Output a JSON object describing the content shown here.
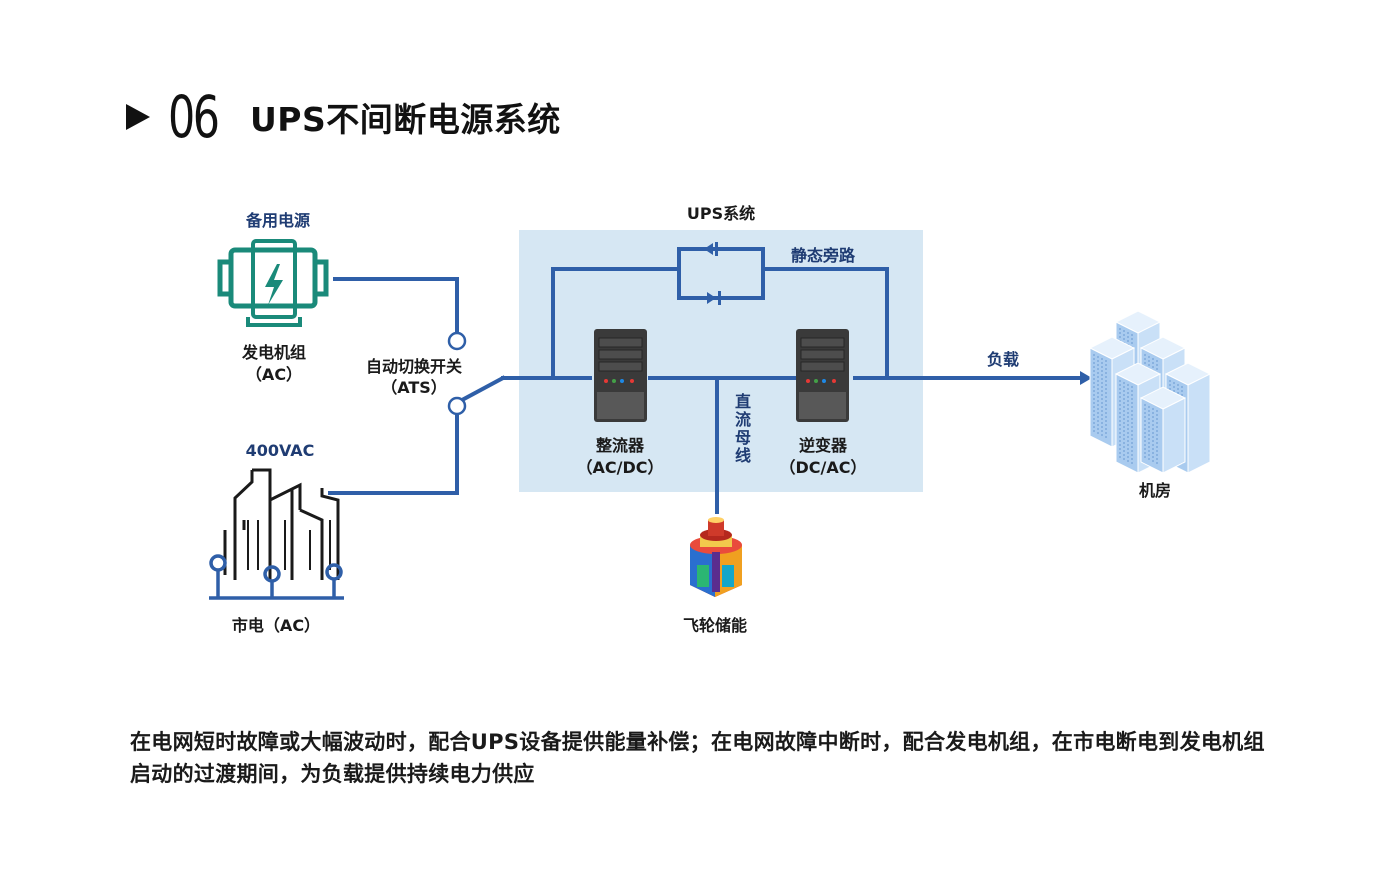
{
  "section": {
    "number": "06",
    "title": "UPS不间断电源系统"
  },
  "labels": {
    "backup_power": "备用电源",
    "generator": "发电机组",
    "generator_ac": "（AC）",
    "ats": "自动切换开关",
    "ats_abbr": "（ATS）",
    "voltage": "400VAC",
    "mains": "市电（AC）",
    "ups_system": "UPS系统",
    "static_bypass": "静态旁路",
    "rectifier": "整流器",
    "rectifier_sub": "（AC/DC）",
    "dc_bus": "直流母线",
    "inverter": "逆变器",
    "inverter_sub": "（DC/AC）",
    "load": "负载",
    "data_center": "机房",
    "flywheel": "飞轮储能"
  },
  "description": "在电网短时故障或大幅波动时，配合UPS设备提供能量补偿；在电网故障中断时，配合发电机组，在市电断电到发电机组启动的过渡期间，为负载提供持续电力供应",
  "colors": {
    "line": "#2f5fa8",
    "ups_box": "#d6e7f3",
    "generator": "#1a8a7a",
    "city": "#1a1a1a",
    "server": "#3a3a3a",
    "building": "#a9cbef"
  },
  "icons": [
    "generator-icon",
    "city-icon",
    "server-icon",
    "building-icon",
    "flywheel-icon",
    "play-icon"
  ]
}
